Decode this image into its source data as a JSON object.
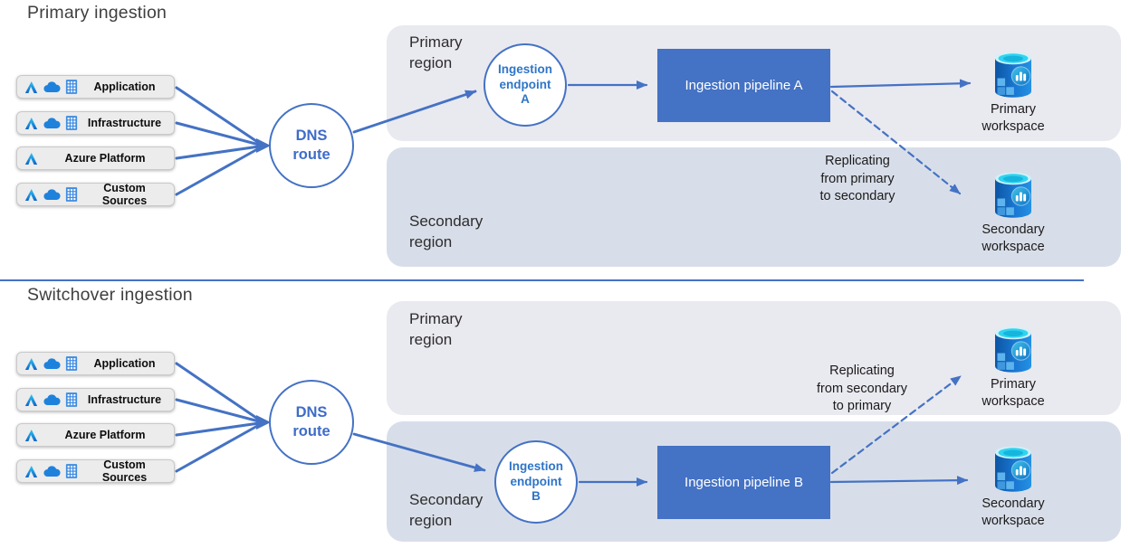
{
  "sections": {
    "primary": {
      "title": "Primary ingestion",
      "regions": {
        "primary": "Primary\nregion",
        "secondary": "Secondary\nregion"
      },
      "dns_route": "DNS\nroute",
      "endpoint": "Ingestion\nendpoint\nA",
      "pipeline": "Ingestion pipeline A",
      "replication_note": "Replicating\nfrom primary\nto secondary",
      "workspaces": {
        "primary": "Primary\nworkspace",
        "secondary": "Secondary\nworkspace"
      }
    },
    "switchover": {
      "title": "Switchover ingestion",
      "regions": {
        "primary": "Primary\nregion",
        "secondary": "Secondary\nregion"
      },
      "dns_route": "DNS\nroute",
      "endpoint": "Ingestion\nendpoint\nB",
      "pipeline": "Ingestion pipeline B",
      "replication_note": "Replicating\nfrom secondary\nto primary",
      "workspaces": {
        "primary": "Primary\nworkspace",
        "secondary": "Secondary\nworkspace"
      }
    }
  },
  "sources": [
    {
      "label": "Application",
      "icons": [
        "azure-icon",
        "cloud-icon",
        "building-icon"
      ]
    },
    {
      "label": "Infrastructure",
      "icons": [
        "azure-icon",
        "cloud-icon",
        "building-icon"
      ]
    },
    {
      "label": "Azure Platform",
      "icons": [
        "azure-icon"
      ]
    },
    {
      "label": "Custom Sources",
      "icons": [
        "azure-icon",
        "cloud-icon",
        "building-icon"
      ]
    }
  ],
  "workspace_icon": "log-analytics-workspace-icon",
  "colors": {
    "accent_blue": "#4472c4",
    "region_primary_fill": "#e9e9f0",
    "region_secondary_fill": "#d8dee9",
    "pipeline_fill": "#4472c4",
    "source_box_fill": "#ececec",
    "dns_text": "#3e6cc8",
    "endpoint_text": "#2e75c8",
    "workspace_cyan": "#2fd4f0",
    "workspace_blue": "#1a78d2"
  }
}
